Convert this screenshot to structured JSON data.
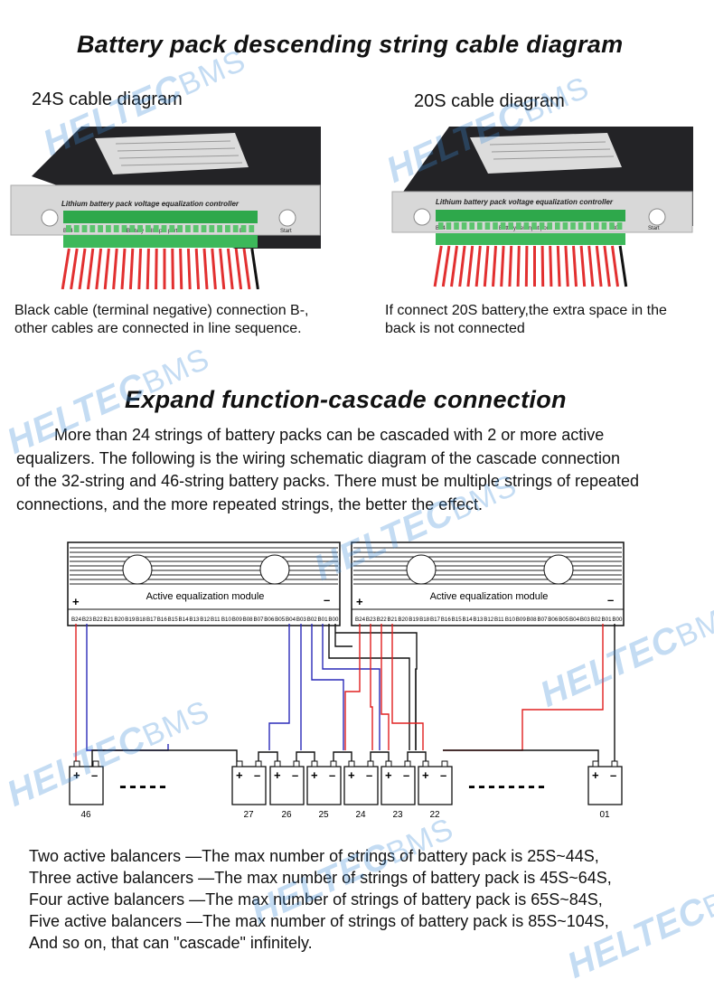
{
  "titles": {
    "main": "Battery pack descending string cable diagram",
    "section2": "Expand function-cascade connection"
  },
  "cable_24s": {
    "heading": "24S cable diagram",
    "caption_line1": "Black cable (terminal negative) connection B-,",
    "caption_line2": "other cables are connected in line sequence."
  },
  "cable_20s": {
    "heading": "20S cable diagram",
    "caption_line1": "If connect 20S battery,the extra space in the",
    "caption_line2": "back is not connected"
  },
  "device": {
    "label": "Lithium battery pack voltage equalization controller",
    "port_label": "Battery cell input port",
    "b24_label": "B24",
    "b0_label": "B0",
    "start_label": "Start"
  },
  "paragraph": [
    "More than 24 strings of battery packs can be cascaded with 2 or more active",
    "equalizers. The following is the wiring schematic diagram of the cascade connection",
    "of the 32-string and 46-string battery packs. There must be multiple strings of repeated",
    "connections, and the more repeated strings, the better the effect."
  ],
  "module": {
    "label": "Active equalization module",
    "plus": "+",
    "minus": "–",
    "terminals": [
      "B24",
      "B23",
      "B22",
      "B21",
      "B20",
      "B19",
      "B18",
      "B17",
      "B16",
      "B15",
      "B14",
      "B13",
      "B12",
      "B11",
      "B10",
      "B09",
      "B08",
      "B07",
      "B06",
      "B05",
      "B04",
      "B03",
      "B02",
      "B01",
      "B00"
    ]
  },
  "batteries": {
    "labels": [
      "46",
      "27",
      "26",
      "25",
      "24",
      "23",
      "22",
      "01"
    ],
    "plus": "+",
    "minus": "–",
    "dashes_left": "-----",
    "dashes_right": "--------"
  },
  "footer": [
    "Two active balancers —The max number of strings of battery pack is 25S~44S,",
    "Three active balancers —The max number of strings of battery pack is 45S~64S,",
    "Four active balancers —The max number of strings of battery pack is 65S~84S,",
    "Five active balancers —The max number of strings of battery pack is 85S~104S,",
    "And so on, that can \"cascade\" infinitely."
  ],
  "watermark": {
    "brand": "HELTEC",
    "suffix": "BMS"
  },
  "colors": {
    "red_wire": "#e02020",
    "blue_wire": "#2a2ab8",
    "black_wire": "#111111",
    "watermark": "#3c8cd7"
  }
}
